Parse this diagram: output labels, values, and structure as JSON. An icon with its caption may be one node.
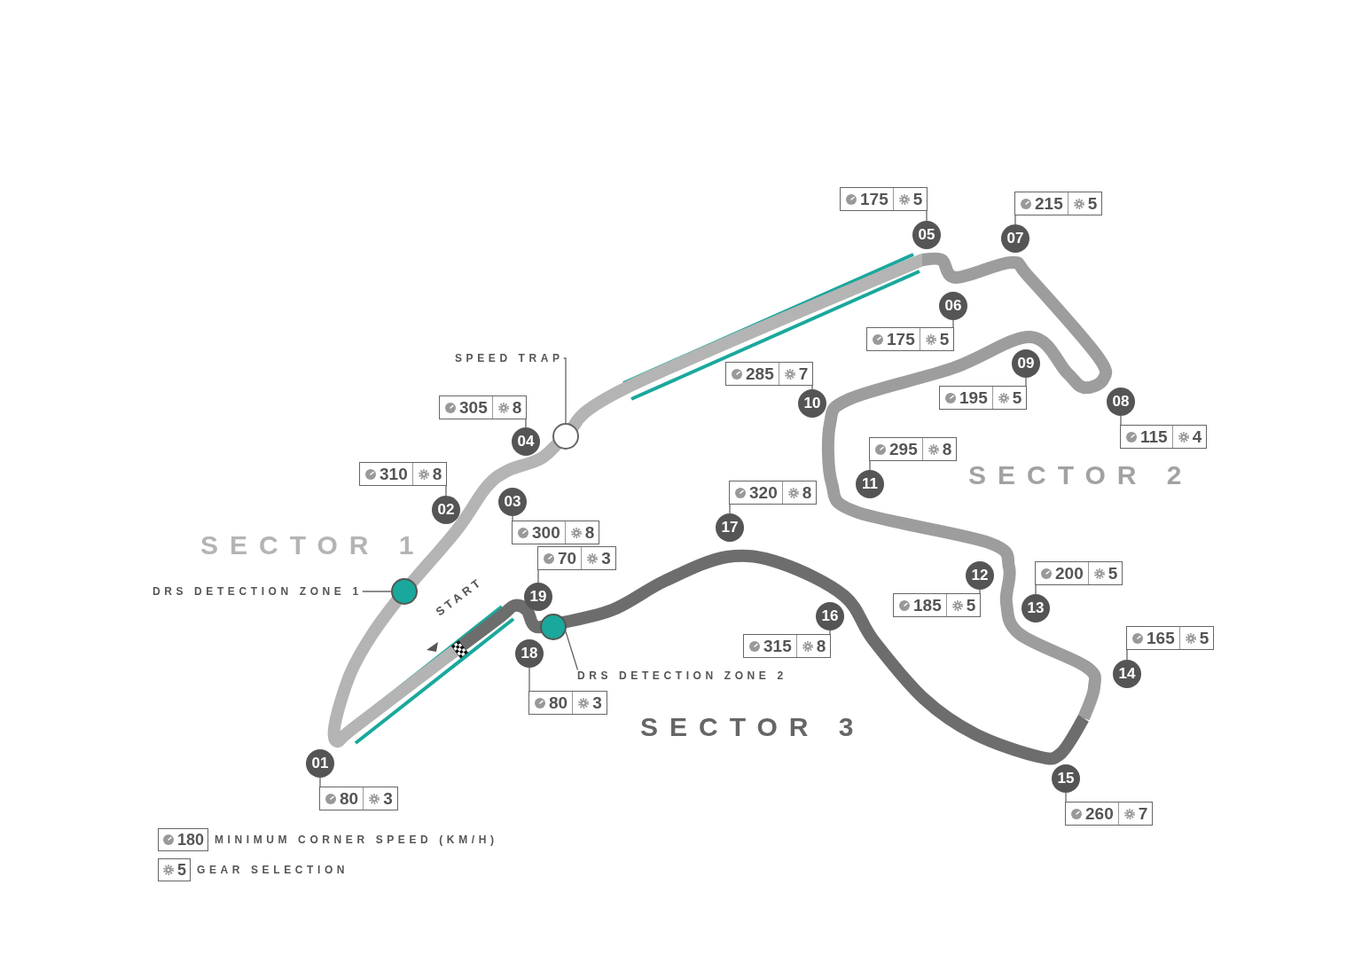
{
  "diagram": {
    "nodes": [
      {
        "text": [
          "01"
        ]
      },
      {
        "text": [
          "80",
          "3"
        ]
      },
      {
        "text": [
          "02"
        ]
      },
      {
        "text": [
          "310",
          "8"
        ]
      },
      {
        "text": [
          "03"
        ]
      },
      {
        "text": [
          "300",
          "8"
        ]
      },
      {
        "text": [
          "04"
        ]
      },
      {
        "text": [
          "305",
          "8"
        ]
      },
      {
        "text": [
          "05"
        ]
      },
      {
        "text": [
          "175",
          "5"
        ]
      },
      {
        "text": [
          "06"
        ]
      },
      {
        "text": [
          "175",
          "5"
        ]
      },
      {
        "text": [
          "07"
        ]
      },
      {
        "text": [
          "215",
          "5"
        ]
      },
      {
        "text": [
          "08"
        ]
      },
      {
        "text": [
          "115",
          "4"
        ]
      },
      {
        "text": [
          "09"
        ]
      },
      {
        "text": [
          "195",
          "5"
        ]
      },
      {
        "text": [
          "10"
        ]
      },
      {
        "text": [
          "285",
          "7"
        ]
      },
      {
        "text": [
          "11"
        ]
      },
      {
        "text": [
          "295",
          "8"
        ]
      },
      {
        "text": [
          "12"
        ]
      },
      {
        "text": [
          "185",
          "5"
        ]
      },
      {
        "text": [
          "13"
        ]
      },
      {
        "text": [
          "200",
          "5"
        ]
      },
      {
        "text": [
          "14"
        ]
      },
      {
        "text": [
          "165",
          "5"
        ]
      },
      {
        "text": [
          "15"
        ]
      },
      {
        "text": [
          "260",
          "7"
        ]
      },
      {
        "text": [
          "16"
        ]
      },
      {
        "text": [
          "315",
          "8"
        ]
      },
      {
        "text": [
          "17"
        ]
      },
      {
        "text": [
          "320",
          "8"
        ]
      },
      {
        "text": [
          "18"
        ]
      },
      {
        "text": [
          "80",
          "3"
        ]
      },
      {
        "text": [
          "19"
        ]
      },
      {
        "text": [
          "70",
          "3"
        ]
      },
      {
        "text": [
          "SPEED TRAP"
        ]
      },
      {
        "text": [],
        "shape": "circle"
      },
      {
        "text": [
          "DRS DETECTION ZONE 1"
        ]
      },
      {
        "text": [],
        "shape": "circle"
      },
      {
        "text": [
          "DRS DETECTION ZONE 2"
        ]
      },
      {
        "text": [],
        "shape": "circle"
      }
    ],
    "edges": [
      {
        "from": 0,
        "to": 1,
        "arrow": "none"
      },
      {
        "from": 2,
        "to": 3,
        "arrow": "none"
      },
      {
        "from": 4,
        "to": 5,
        "arrow": "none"
      },
      {
        "from": 6,
        "to": 7,
        "arrow": "none"
      },
      {
        "from": 8,
        "to": 9,
        "arrow": "none"
      },
      {
        "from": 10,
        "to": 11,
        "arrow": "none"
      },
      {
        "from": 12,
        "to": 13,
        "arrow": "none"
      },
      {
        "from": 14,
        "to": 15,
        "arrow": "none"
      },
      {
        "from": 16,
        "to": 17,
        "arrow": "none"
      },
      {
        "from": 18,
        "to": 19,
        "arrow": "none"
      },
      {
        "from": 20,
        "to": 21,
        "arrow": "none"
      },
      {
        "from": 22,
        "to": 23,
        "arrow": "none"
      },
      {
        "from": 24,
        "to": 25,
        "arrow": "none"
      },
      {
        "from": 26,
        "to": 27,
        "arrow": "none"
      },
      {
        "from": 28,
        "to": 29,
        "arrow": "none"
      },
      {
        "from": 30,
        "to": 31,
        "arrow": "none"
      },
      {
        "from": 32,
        "to": 33,
        "arrow": "none"
      },
      {
        "from": 34,
        "to": 35,
        "arrow": "none"
      },
      {
        "from": 36,
        "to": 37,
        "arrow": "none"
      },
      {
        "from": 38,
        "to": 39,
        "arrow": "none"
      },
      {
        "from": 40,
        "to": 41,
        "arrow": "none"
      },
      {
        "from": 42,
        "to": 43,
        "arrow": "none"
      }
    ],
    "labels": [
      "SECTOR 1",
      "SECTOR 2",
      "SECTOR 3",
      "START",
      "180",
      "5"
    ],
    "legend": [
      {
        "text": "MINIMUM CORNER SPEED (KM/H)"
      },
      {
        "text": "GEAR SELECTION"
      }
    ]
  }
}
